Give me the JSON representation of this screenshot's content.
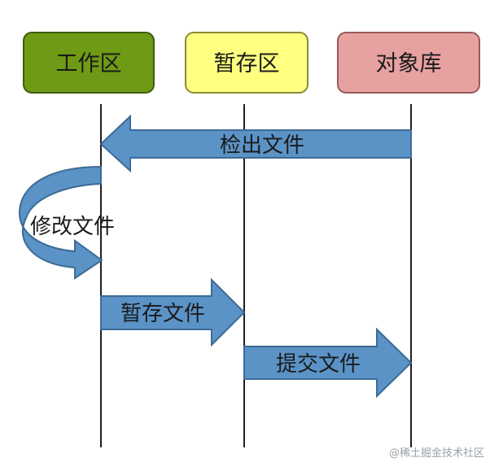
{
  "lanes": [
    {
      "label": "工作区",
      "fill": "#6f9a16"
    },
    {
      "label": "暂存区",
      "fill": "#ffff80"
    },
    {
      "label": "对象库",
      "fill": "#e8a1a1"
    }
  ],
  "actions": {
    "checkout": "检出文件",
    "modify": "修改文件",
    "stage": "暂存文件",
    "commit": "提交文件"
  },
  "colors": {
    "arrow_fill": "#5b93c7",
    "arrow_stroke": "#3c6b95",
    "lifeline": "#1f1f1f"
  },
  "watermark": "@稀土掘金技术社区"
}
